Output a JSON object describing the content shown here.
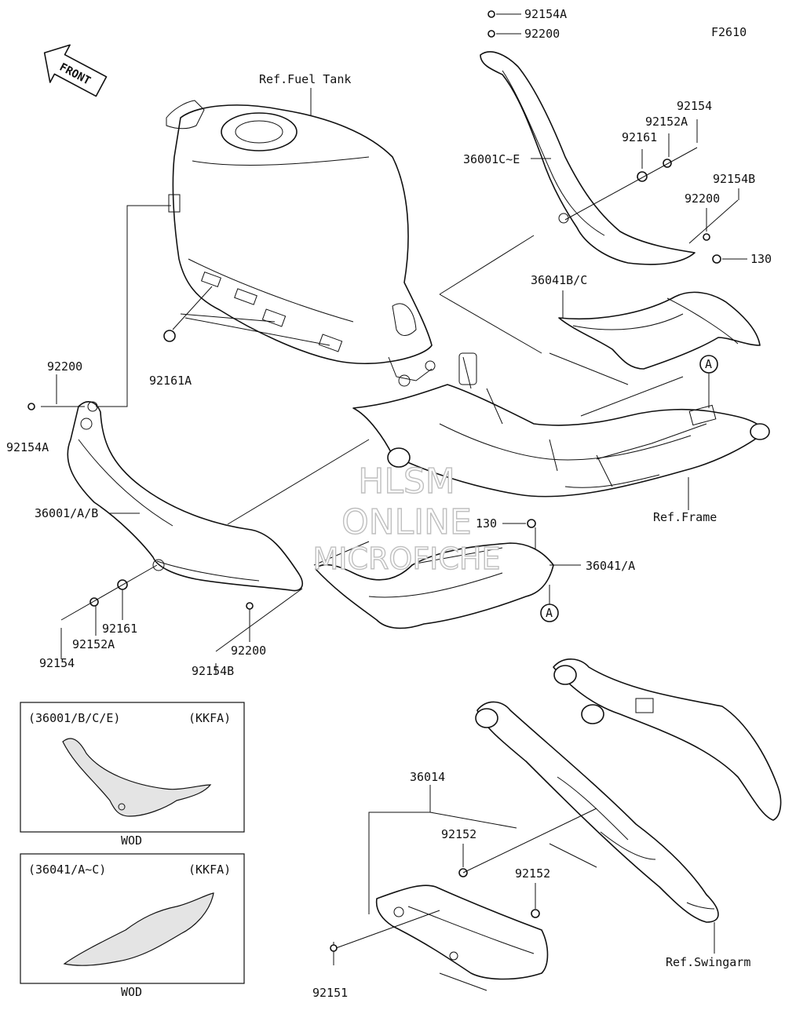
{
  "diagram_code": "F2610",
  "front_arrow_label": "FRONT",
  "labels": {
    "l_92154A_top": "92154A",
    "l_92200_top": "92200",
    "l_92154_r": "92154",
    "l_92152A_r": "92152A",
    "l_92161_r": "92161",
    "l_36001CE": "36001C~E",
    "l_92154B_r": "92154B",
    "l_92200_r": "92200",
    "l_130_r": "130",
    "l_36041BC": "36041B/C",
    "l_ref_fuel_tank": "Ref.Fuel Tank",
    "l_92161A": "92161A",
    "l_92200_l": "92200",
    "l_92154A_l": "92154A",
    "l_36001AB": "36001/A/B",
    "l_92161_l": "92161",
    "l_92152A_l": "92152A",
    "l_92154_l": "92154",
    "l_92154B_l": "92154B",
    "l_92200_bl": "92200",
    "l_ref_frame": "Ref.Frame",
    "l_130_m": "130",
    "l_36041A": "36041/A",
    "l_36014": "36014",
    "l_92152_1": "92152",
    "l_92152_2": "92152",
    "l_92151": "92151",
    "l_ref_swingarm": "Ref.Swingarm"
  },
  "callouts": {
    "a1": "A",
    "a2": "A"
  },
  "inset_boxes": [
    {
      "title": "(36001/B/C/E)",
      "code": "(KKFA)",
      "caption": "WOD"
    },
    {
      "title": "(36041/A~C)",
      "code": "(KKFA)",
      "caption": "WOD"
    }
  ],
  "watermark": {
    "line1": "HLSM",
    "line2": "ONLINE",
    "line3": "MICROFICHE"
  }
}
